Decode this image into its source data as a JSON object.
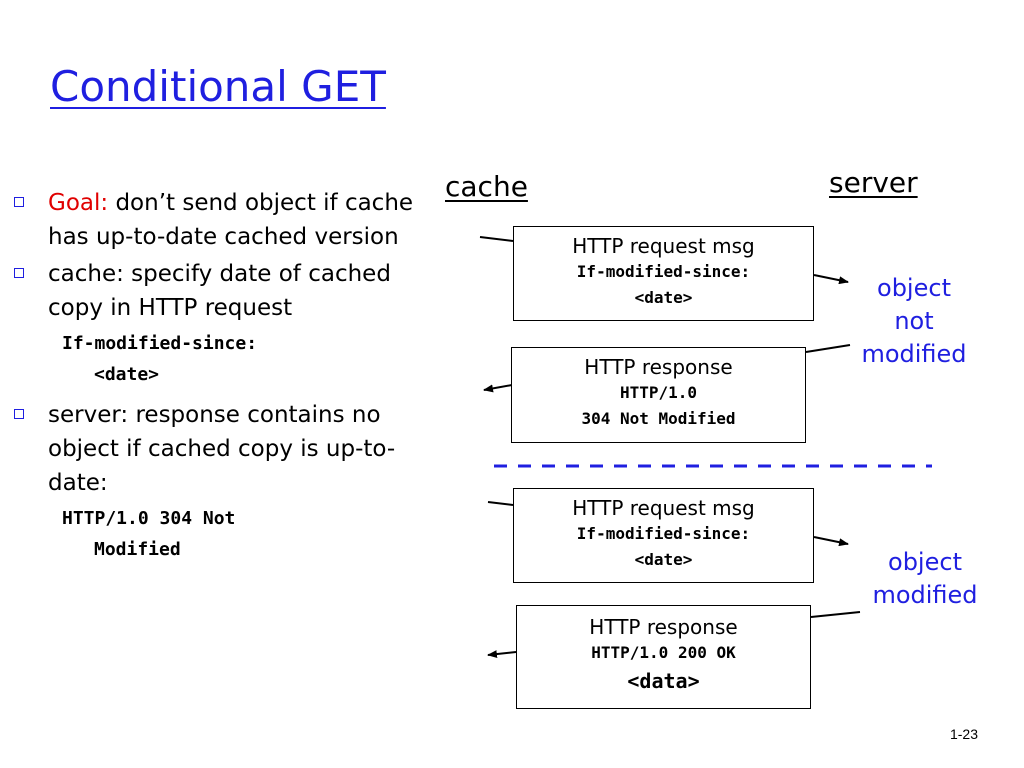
{
  "slide": {
    "title": "Conditional GET",
    "page_number": "1-23"
  },
  "bullets": {
    "b1_goal_label": "Goal:",
    "b1_text": " don’t send object if cache has up-to-date cached version",
    "b2_text": "cache: specify date of cached copy in HTTP request",
    "b2_code_line1": "If-modified-since:",
    "b2_code_line2": "<date>",
    "b3_text": "server: response contains no object if cached copy is up-to-date:",
    "b3_code_line1": "HTTP/1.0 304 Not",
    "b3_code_line2": "Modified"
  },
  "diagram": {
    "cache_label": "cache",
    "server_label": "server",
    "box1": {
      "line1": "HTTP request msg",
      "line2": "If-modified-since:",
      "line3": "<date>"
    },
    "box2": {
      "line1": "HTTP response",
      "line2": "HTTP/1.0",
      "line3": "304 Not Modified"
    },
    "box3": {
      "line1": "HTTP request msg",
      "line2": "If-modified-since:",
      "line3": "<date>"
    },
    "box4": {
      "line1": "HTTP response",
      "line2": "HTTP/1.0 200 OK",
      "line3": "<data>"
    },
    "note_not_modified": {
      "line1": "object",
      "line2": "not",
      "line3": "modified"
    },
    "note_modified": {
      "line1": "object",
      "line2": "modified"
    },
    "colors": {
      "title_blue": "#1f1fe0",
      "goal_red": "#e00000"
    }
  }
}
